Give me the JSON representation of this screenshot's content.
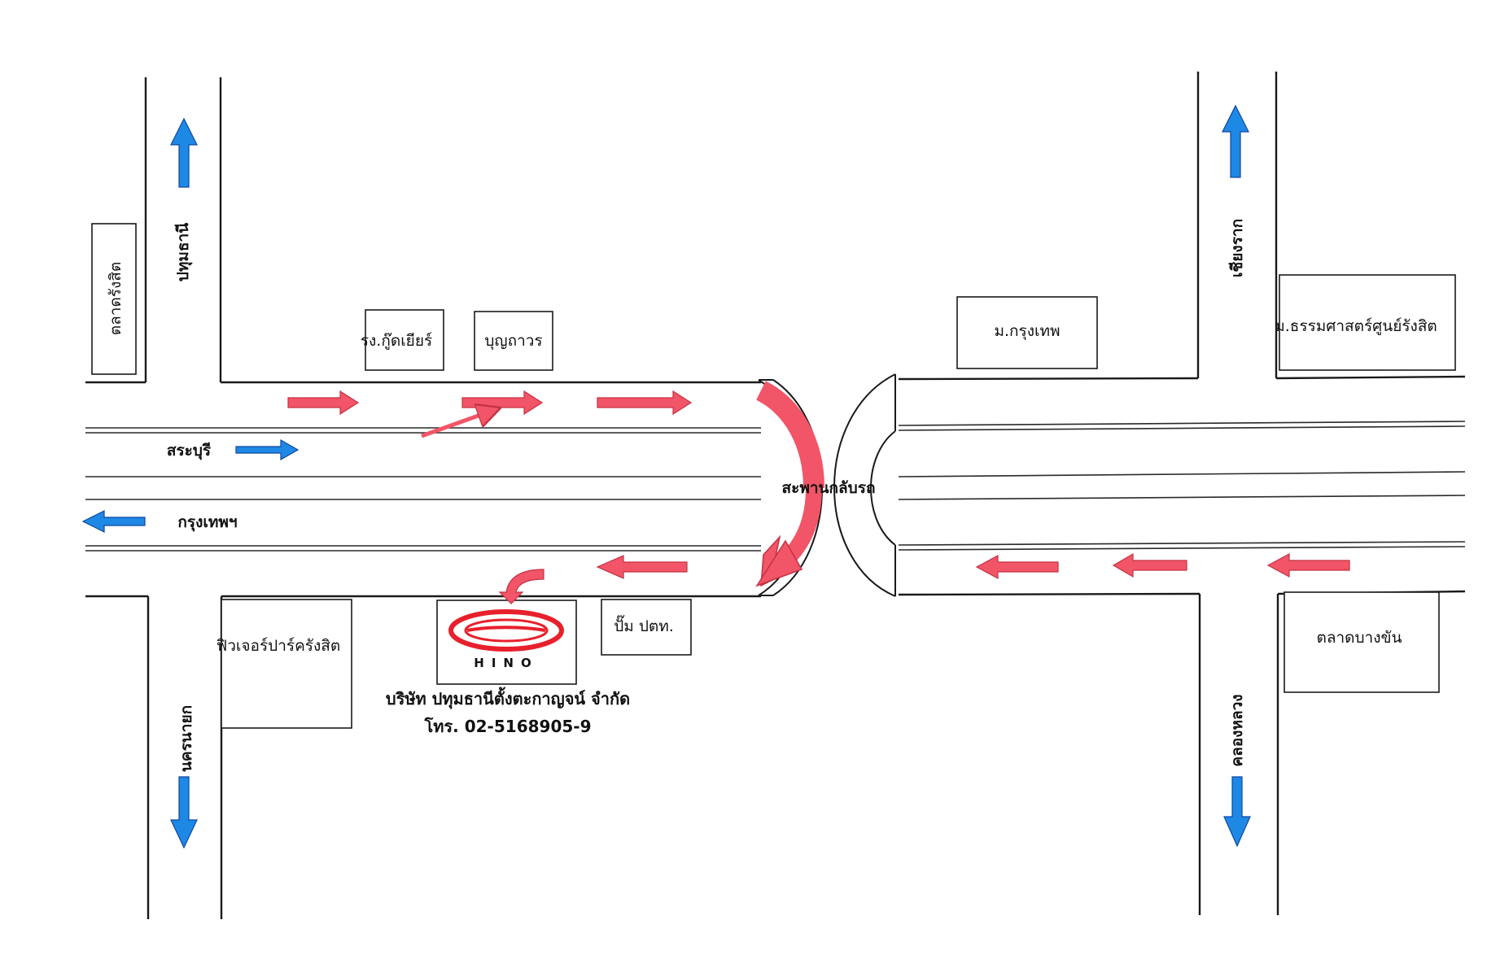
{
  "colors": {
    "route_arrow": "#f25567",
    "direction_arrow": "#1e88e5",
    "arrow_outline": "#c33344",
    "line": "#1a1a1a",
    "logo": "#e8202c"
  },
  "roads": {
    "north_left": "ปทุมธานี",
    "north_right": "เชียงราก",
    "south_left": "นครนายก",
    "south_right": "คลองหลวง",
    "east_bound": "สระบุรี",
    "west_bound": "กรุงเทพฯ"
  },
  "bridge_label": "สะพานกลับรถ",
  "landmarks": {
    "talad_rangsit": "ตลาดรังสิต",
    "rs_goodyear": "รง.กู๊ดเยียร์",
    "boonthavorn": "บุญถาวร",
    "bangkok_u": "ม.กรุงเทพ",
    "thammasat": "ม.ธรรมศาสตร์ศูนย์รังสิต",
    "future_park": "ฟิวเจอร์ปาร์ครังสิต",
    "ptt_pump": "ปั๊ม ปตท.",
    "talad_bangkhan": "ตลาดบางขัน"
  },
  "company": {
    "logo_text": "HINO",
    "name": "บริษัท ปทุมธานีตั้งตะกาญจน์ จำกัด",
    "phone": "โทร. 02-5168905-9"
  },
  "icons": {
    "route_arrows": "red-route-arrow",
    "direction_arrows": "blue-direction-arrow",
    "u_turn": "red-u-turn-arrow",
    "logo": "hino-logo"
  }
}
